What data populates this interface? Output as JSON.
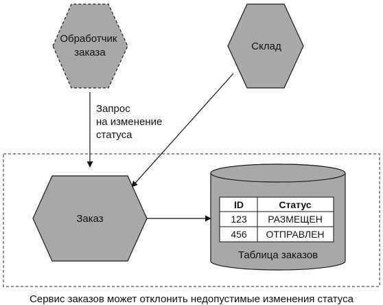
{
  "nodes": {
    "order_handler": {
      "lines": [
        "Обработчик",
        "заказа"
      ]
    },
    "warehouse": {
      "label": "Склад"
    },
    "order": {
      "label": "Заказ"
    }
  },
  "edge_label": {
    "lines": [
      "Запрос",
      "на изменение",
      "статуса"
    ]
  },
  "database": {
    "caption": "Таблица заказов",
    "columns": [
      "ID",
      "Статус"
    ],
    "rows": [
      [
        "123",
        "РАЗМЕЩЕН"
      ],
      [
        "456",
        "ОТПРАВЛЕН"
      ]
    ]
  },
  "service_caption": "Сервис заказов может отклонить недопустимые изменения статуса"
}
